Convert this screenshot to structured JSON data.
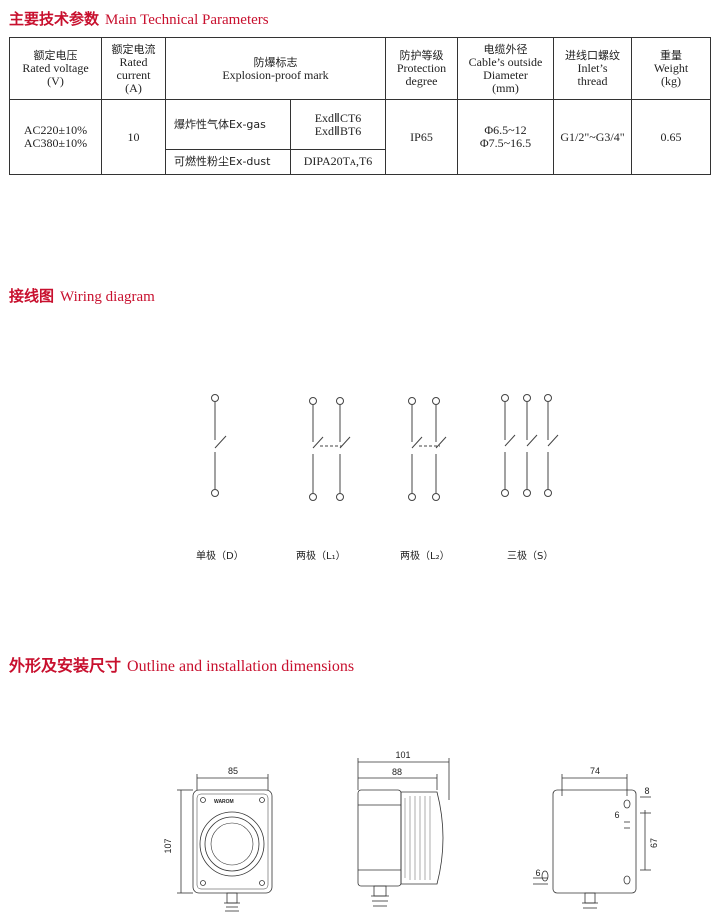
{
  "main_params": {
    "title_cn": "主要技术参数",
    "title_en": "Main Technical Parameters",
    "headers": {
      "voltage": [
        "额定电压",
        "Rated voltage",
        "(V)"
      ],
      "current": [
        "额定电流",
        "Rated",
        "current",
        "(A)"
      ],
      "explosion": [
        "防爆标志",
        "Explosion-proof mark"
      ],
      "protection": [
        "防护等级",
        "Protection",
        "degree"
      ],
      "cable": [
        "电缆外径",
        "Cable’s outside",
        "Diameter",
        "(mm)"
      ],
      "inlet": [
        "进线口螺纹",
        "Inlet’s",
        "thread"
      ],
      "weight": [
        "重量",
        "Weight",
        "(kg)"
      ]
    },
    "row": {
      "voltage": [
        "AC220±10%",
        "AC380±10%"
      ],
      "current": "10",
      "gas_label": "爆炸性气体Ex-gas",
      "gas_marks": [
        "ExdⅡCT6",
        "ExdⅡBT6"
      ],
      "dust_label": "可燃性粉尘Ex-dust",
      "dust_mark": "DIPA20Tᴀ,T6",
      "protection": "IP65",
      "cable": [
        "Φ6.5~12",
        "Φ7.5~16.5"
      ],
      "inlet": "G1/2\"~G3/4\"",
      "weight": "0.65"
    }
  },
  "wiring": {
    "title_cn": "接线图",
    "title_en": "Wiring diagram",
    "labels": [
      "单极（D）",
      "两极（L₁）",
      "两极（L₂）",
      "三极（S）"
    ]
  },
  "outline": {
    "title_cn": "外形及安装尺寸",
    "title_en": "Outline and installation dimensions",
    "front": {
      "width": "85",
      "height": "107",
      "brand": "WAROM"
    },
    "side": {
      "overall": "101",
      "body": "88"
    },
    "rear": {
      "width": "74",
      "h1": "8",
      "h2": "6",
      "height": "67",
      "bottom": "6"
    }
  }
}
